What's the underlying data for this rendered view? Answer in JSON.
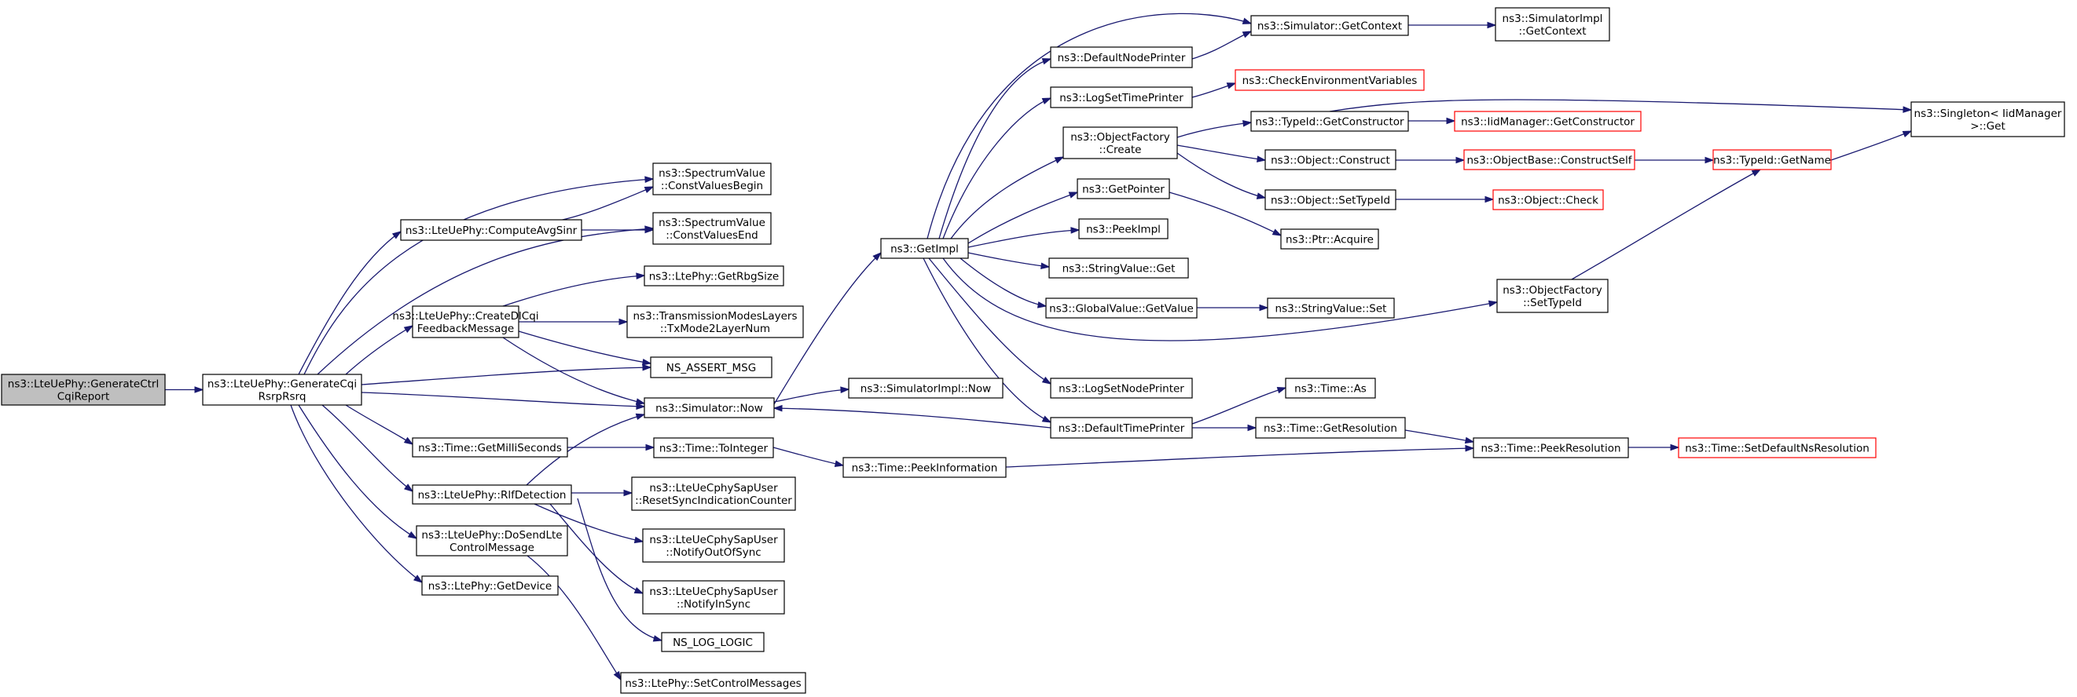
{
  "colors": {
    "edge": "#191970",
    "box_border": "#000000",
    "missing_border": "#ff0000",
    "root_fill": "#bfbfbf"
  },
  "nodes": {
    "root": {
      "lines": [
        "ns3::LteUePhy::GenerateCtrl",
        "CqiReport"
      ]
    },
    "gencqi": {
      "lines": [
        "ns3::LteUePhy::GenerateCqi",
        "RsrpRsrq"
      ]
    },
    "avgsinr": {
      "lines": [
        "ns3::LteUePhy::ComputeAvgSinr"
      ]
    },
    "createdl": {
      "lines": [
        "ns3::LteUePhy::CreateDlCqi",
        "FeedbackMessage"
      ]
    },
    "getms": {
      "lines": [
        "ns3::Time::GetMilliSeconds"
      ]
    },
    "rlf": {
      "lines": [
        "ns3::LteUePhy::RlfDetection"
      ]
    },
    "dosend": {
      "lines": [
        "ns3::LteUePhy::DoSendLte",
        "ControlMessage"
      ]
    },
    "getdev": {
      "lines": [
        "ns3::LtePhy::GetDevice"
      ]
    },
    "cvbegin": {
      "lines": [
        "ns3::SpectrumValue",
        "::ConstValuesBegin"
      ]
    },
    "cvend": {
      "lines": [
        "ns3::SpectrumValue",
        "::ConstValuesEnd"
      ]
    },
    "rbg": {
      "lines": [
        "ns3::LtePhy::GetRbgSize"
      ]
    },
    "txmode": {
      "lines": [
        "ns3::TransmissionModesLayers",
        "::TxMode2LayerNum"
      ]
    },
    "assert": {
      "lines": [
        "NS_ASSERT_MSG"
      ]
    },
    "simnow": {
      "lines": [
        "ns3::Simulator::Now"
      ]
    },
    "toint": {
      "lines": [
        "ns3::Time::ToInteger"
      ]
    },
    "reset": {
      "lines": [
        "ns3::LteUeCphySapUser",
        "::ResetSyncIndicationCounter"
      ]
    },
    "outsync": {
      "lines": [
        "ns3::LteUeCphySapUser",
        "::NotifyOutOfSync"
      ]
    },
    "insync": {
      "lines": [
        "ns3::LteUeCphySapUser",
        "::NotifyInSync"
      ]
    },
    "loglogic": {
      "lines": [
        "NS_LOG_LOGIC"
      ]
    },
    "setctrl": {
      "lines": [
        "ns3::LtePhy::SetControlMessages"
      ]
    },
    "getimpl": {
      "lines": [
        "ns3::GetImpl"
      ]
    },
    "implnow": {
      "lines": [
        "ns3::SimulatorImpl::Now"
      ]
    },
    "peekinfo": {
      "lines": [
        "ns3::Time::PeekInformation"
      ]
    },
    "defnode": {
      "lines": [
        "ns3::DefaultNodePrinter"
      ]
    },
    "logtime": {
      "lines": [
        "ns3::LogSetTimePrinter"
      ]
    },
    "ofcreate": {
      "lines": [
        "ns3::ObjectFactory",
        "::Create"
      ]
    },
    "getptr": {
      "lines": [
        "ns3::GetPointer"
      ]
    },
    "peekimpl": {
      "lines": [
        "ns3::PeekImpl"
      ]
    },
    "svget": {
      "lines": [
        "ns3::StringValue::Get"
      ]
    },
    "gvget": {
      "lines": [
        "ns3::GlobalValue::GetValue"
      ]
    },
    "lognode": {
      "lines": [
        "ns3::LogSetNodePrinter"
      ]
    },
    "deftime": {
      "lines": [
        "ns3::DefaultTimePrinter"
      ]
    },
    "getctx": {
      "lines": [
        "ns3::Simulator::GetContext"
      ]
    },
    "checkenv": {
      "lines": [
        "ns3::CheckEnvironmentVariables"
      ]
    },
    "tidgetctor": {
      "lines": [
        "ns3::TypeId::GetConstructor"
      ]
    },
    "objconstruct": {
      "lines": [
        "ns3::Object::Construct"
      ]
    },
    "objsettid": {
      "lines": [
        "ns3::Object::SetTypeId"
      ]
    },
    "ptracq": {
      "lines": [
        "ns3::Ptr::Acquire"
      ]
    },
    "svset": {
      "lines": [
        "ns3::StringValue::Set"
      ]
    },
    "ofsettid": {
      "lines": [
        "ns3::ObjectFactory",
        "::SetTypeId"
      ]
    },
    "timeas": {
      "lines": [
        "ns3::Time::As"
      ]
    },
    "getres": {
      "lines": [
        "ns3::Time::GetResolution"
      ]
    },
    "implctx": {
      "lines": [
        "ns3::SimulatorImpl",
        "::GetContext"
      ]
    },
    "iidctor": {
      "lines": [
        "ns3::IidManager::GetConstructor"
      ]
    },
    "obconself": {
      "lines": [
        "ns3::ObjectBase::ConstructSelf"
      ]
    },
    "objcheck": {
      "lines": [
        "ns3::Object::Check"
      ]
    },
    "tidname": {
      "lines": [
        "ns3::TypeId::GetName"
      ]
    },
    "peekres": {
      "lines": [
        "ns3::Time::PeekResolution"
      ]
    },
    "setdefns": {
      "lines": [
        "ns3::Time::SetDefaultNsResolution"
      ]
    },
    "singleton": {
      "lines": [
        "ns3::Singleton< IidManager",
        " >::Get"
      ]
    }
  }
}
